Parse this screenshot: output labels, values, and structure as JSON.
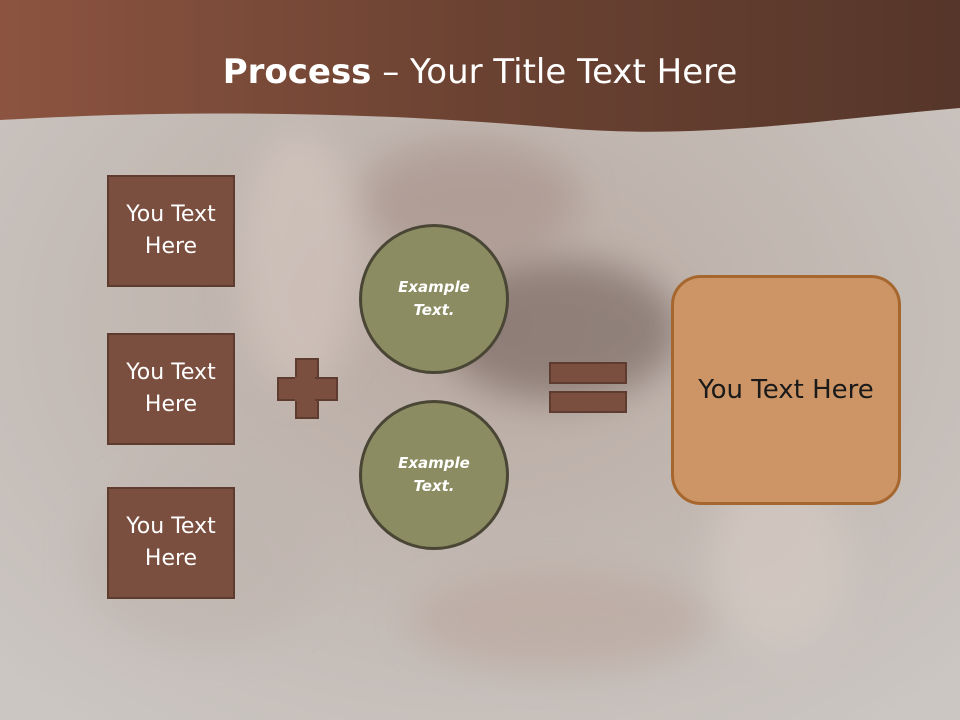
{
  "title": {
    "bold": "Process",
    "rest": " – Your Title Text Here"
  },
  "input_boxes": [
    {
      "label": "You Text Here"
    },
    {
      "label": "You Text Here"
    },
    {
      "label": "You Text Here"
    }
  ],
  "circles": [
    {
      "label": "Example Text."
    },
    {
      "label": "Example Text."
    }
  ],
  "result": {
    "label": "You Text Here"
  },
  "colors": {
    "header": "#7a4a36",
    "box_fill": "#7b4f3f",
    "circle_fill": "#8c8c62",
    "result_fill": "#cd9565",
    "result_border": "#a6672f"
  }
}
